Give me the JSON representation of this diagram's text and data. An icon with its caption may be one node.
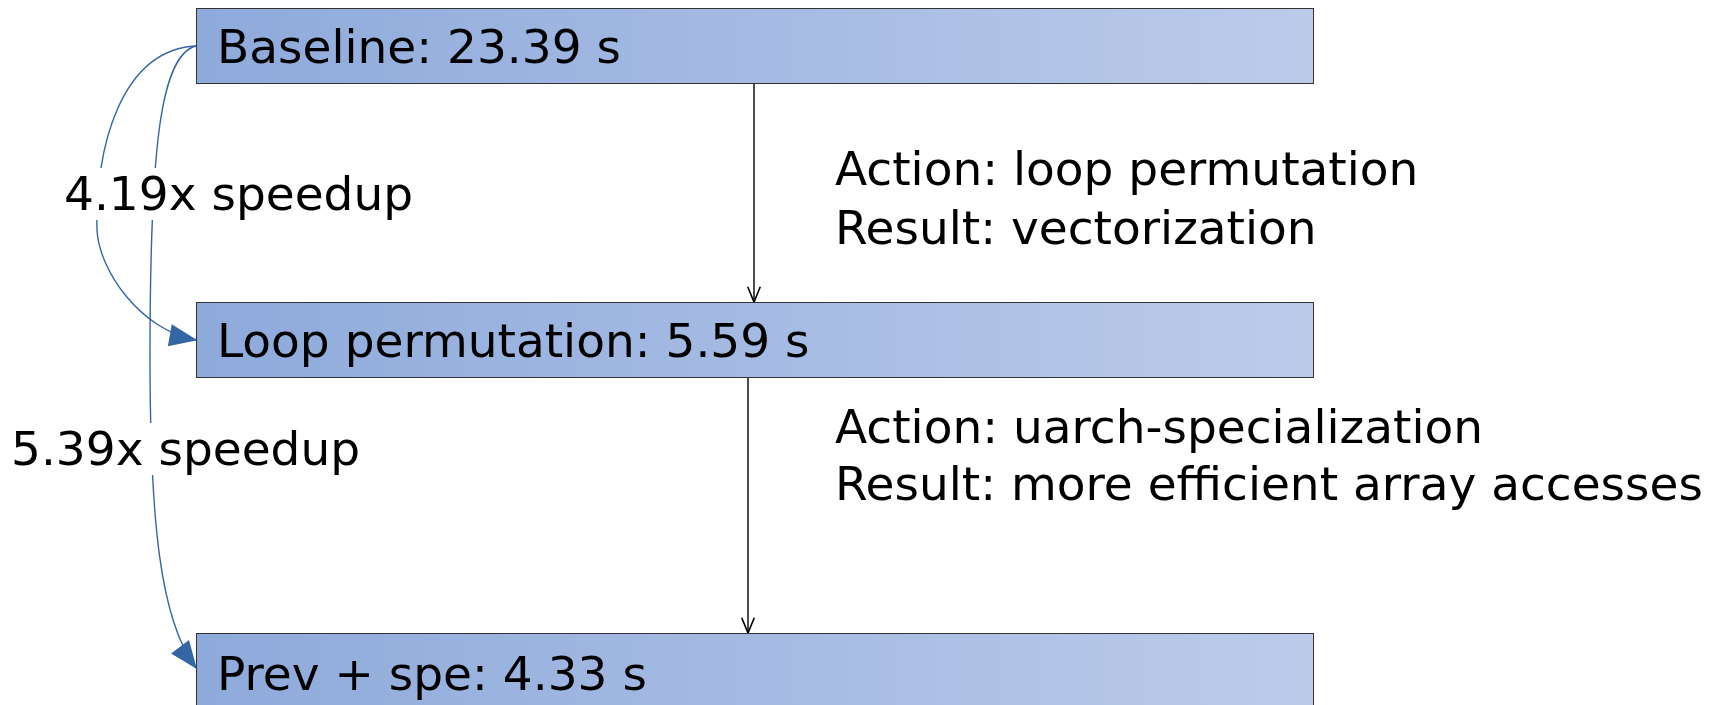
{
  "diagram": {
    "nodes": [
      {
        "text": [
          "Baseline: 23.39 s"
        ]
      },
      {
        "text": [
          "Loop permutation: 5.59 s"
        ]
      },
      {
        "text": [
          "Prev + spe: 4.33 s"
        ]
      }
    ],
    "edges": [
      {
        "from": 0,
        "to": 1,
        "arrow": "to",
        "color": "#000000"
      },
      {
        "from": 1,
        "to": 2,
        "arrow": "to",
        "color": "#000000"
      },
      {
        "from": 0,
        "to": 1,
        "arrow": "to",
        "label": "4.19x speedup",
        "color": "#3465a4"
      },
      {
        "from": 0,
        "to": 2,
        "arrow": "to",
        "label": "5.39x speedup",
        "color": "#3465a4"
      }
    ],
    "labels": [
      "Action: loop permutation",
      "Result: vectorization",
      "Action: uarch-specialization",
      "Result: more efficient array accesses"
    ]
  }
}
